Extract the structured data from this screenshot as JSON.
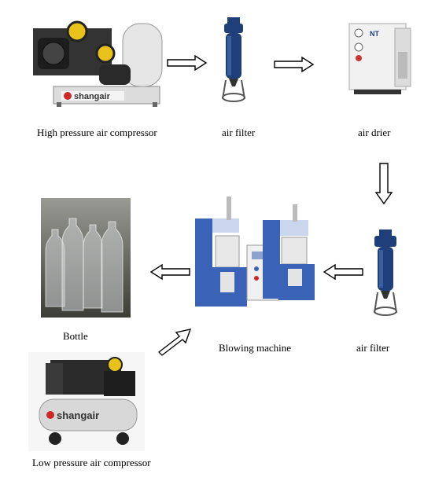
{
  "labels": {
    "hp_compressor": "High pressure air compressor",
    "air_filter_top": "air filter",
    "air_drier": "air drier",
    "bottle": "Bottle",
    "blowing_machine": "Blowing machine",
    "air_filter_bottom": "air filter",
    "lp_compressor": "Low pressure air compressor"
  },
  "brand_marks": {
    "hp_compressor": "shangair",
    "lp_compressor": "shangair",
    "drier": "NT"
  },
  "colors": {
    "filter_blue": "#1f3f7a",
    "machine_blue": "#3a63b8",
    "compressor_dark": "#2b2b2b",
    "arrow_stroke": "#000000",
    "accent_yellow": "#e8c21a",
    "brand_red": "#d02828"
  },
  "icons": [
    "compressor-icon",
    "filter-icon",
    "drier-icon",
    "bottle-icon",
    "machine-icon",
    "arrow-icon"
  ]
}
